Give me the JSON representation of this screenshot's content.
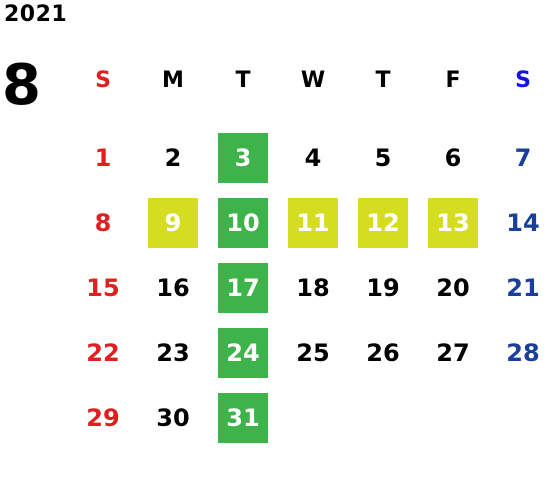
{
  "year": "2021",
  "month": "8",
  "colors": {
    "sunday": "#e02020",
    "saturday": "#1a3f9a",
    "saturday_header": "#1414e0",
    "highlight_green": "#3db34a",
    "highlight_yellow": "#d6dd21"
  },
  "weekdays": [
    "S",
    "M",
    "T",
    "W",
    "T",
    "F",
    "S"
  ],
  "weeks": [
    [
      {
        "d": "1"
      },
      {
        "d": "2"
      },
      {
        "d": "3",
        "hl": "green"
      },
      {
        "d": "4"
      },
      {
        "d": "5"
      },
      {
        "d": "6"
      },
      {
        "d": "7"
      }
    ],
    [
      {
        "d": "8"
      },
      {
        "d": "9",
        "hl": "yellow"
      },
      {
        "d": "10",
        "hl": "green"
      },
      {
        "d": "11",
        "hl": "yellow"
      },
      {
        "d": "12",
        "hl": "yellow"
      },
      {
        "d": "13",
        "hl": "yellow"
      },
      {
        "d": "14"
      }
    ],
    [
      {
        "d": "15"
      },
      {
        "d": "16"
      },
      {
        "d": "17",
        "hl": "green"
      },
      {
        "d": "18"
      },
      {
        "d": "19"
      },
      {
        "d": "20"
      },
      {
        "d": "21"
      }
    ],
    [
      {
        "d": "22"
      },
      {
        "d": "23"
      },
      {
        "d": "24",
        "hl": "green"
      },
      {
        "d": "25"
      },
      {
        "d": "26"
      },
      {
        "d": "27"
      },
      {
        "d": "28"
      }
    ],
    [
      {
        "d": "29"
      },
      {
        "d": "30"
      },
      {
        "d": "31",
        "hl": "green"
      },
      {
        "d": ""
      },
      {
        "d": ""
      },
      {
        "d": ""
      },
      {
        "d": ""
      }
    ]
  ]
}
